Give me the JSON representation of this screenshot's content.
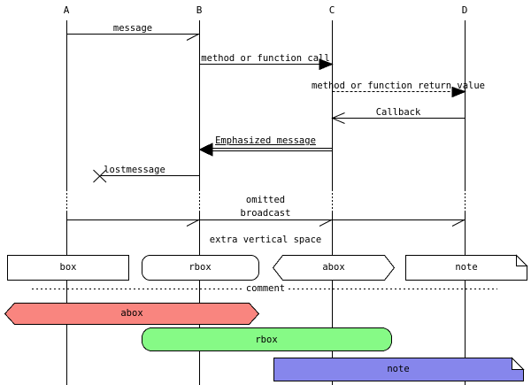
{
  "colors": {
    "stroke": "#000000",
    "background": "#ffffff",
    "shape_fill": "#ffffff",
    "abox_fill": "#f9857f",
    "rbox_fill": "#86fa86",
    "note_fill": "#8686ec"
  },
  "lifelines": [
    {
      "label": "A"
    },
    {
      "label": "B"
    },
    {
      "label": "C"
    },
    {
      "label": "D"
    }
  ],
  "messages": {
    "message": "message",
    "call": "method or function call",
    "return": "method or function return value",
    "callback": "Callback",
    "emphasized": "Emphasized message",
    "lost": "lostmessage",
    "broadcast": "broadcast"
  },
  "annotations": {
    "omitted": "omitted",
    "extra_space": "extra vertical space",
    "comment": "comment"
  },
  "bottom_row": {
    "box": "box",
    "rbox": "rbox",
    "abox": "abox",
    "note": "note"
  },
  "colored": {
    "abox": "abox",
    "rbox": "rbox",
    "note": "note"
  }
}
